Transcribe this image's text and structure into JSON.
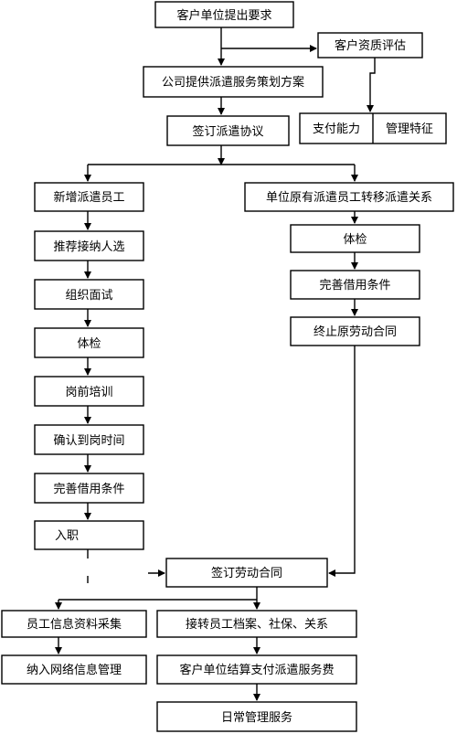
{
  "nodes": {
    "client_request": "客户单位提出要求",
    "credit_eval": "客户资质评估",
    "service_plan": "公司提供派遣服务策划方案",
    "payment_ability": "支付能力",
    "management_traits": "管理特征",
    "sign_agreement": "签订派遣协议",
    "new_staff": "新增派遣员工",
    "transfer_existing": "单位原有派遣员工转移派遣关系",
    "recommend_candidates": "推荐接纳人选",
    "interview": "组织面试",
    "physical_exam_left": "体检",
    "pre_job_training": "岗前培训",
    "confirm_start_time": "确认到岗时间",
    "improve_conditions_left": "完善借用条件",
    "onboarding": "入职",
    "physical_exam_right": "体检",
    "improve_conditions_right": "完善借用条件",
    "terminate_contract": "终止原劳动合同",
    "sign_labor_contract": "签订劳动合同",
    "info_collection": "员工信息资料采集",
    "file_transfer": "接转员工档案、社保、关系",
    "network_management": "纳入网络信息管理",
    "settle_fees": "客户单位结算支付派遣服务费",
    "daily_management": "日常管理服务"
  }
}
